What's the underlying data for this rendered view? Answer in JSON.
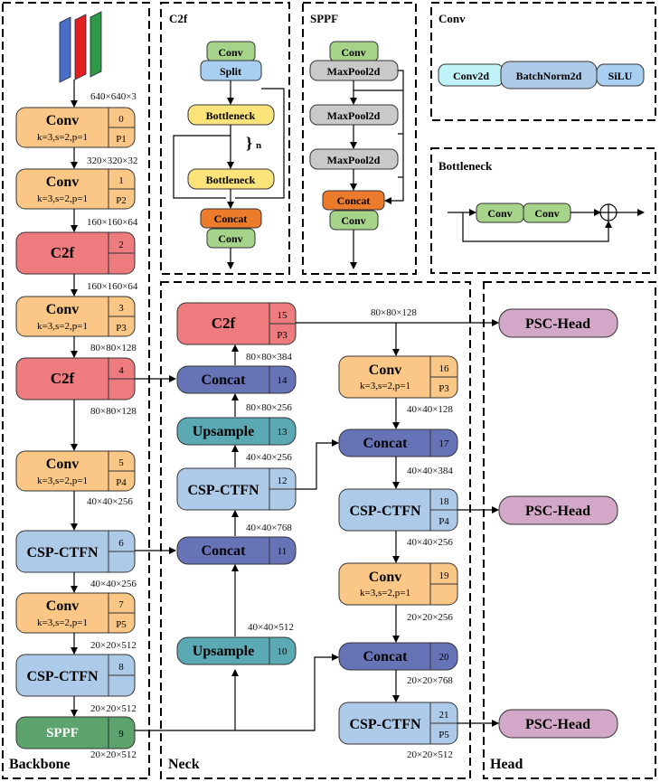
{
  "sections": {
    "backbone": "Backbone",
    "neck": "Neck",
    "head": "Head",
    "c2f": "C2f",
    "sppf": "SPPF",
    "conv": "Conv",
    "bottleneck": "Bottleneck"
  },
  "input_dim": "640×640×3",
  "backbone": {
    "conv0": {
      "name": "Conv",
      "params": "k=3,s=2,p=1",
      "idx": "0",
      "tag": "P1"
    },
    "d0": "320×320×32",
    "conv1": {
      "name": "Conv",
      "params": "k=3,s=2,p=1",
      "idx": "1",
      "tag": "P2"
    },
    "d1": "160×160×64",
    "c2f2": {
      "name": "C2f",
      "idx": "2"
    },
    "d2": "160×160×64",
    "conv3": {
      "name": "Conv",
      "params": "k=3,s=2,p=1",
      "idx": "3",
      "tag": "P3"
    },
    "d3": "80×80×128",
    "c2f4": {
      "name": "C2f",
      "idx": "4"
    },
    "d4": "80×80×128",
    "conv5": {
      "name": "Conv",
      "params": "k=3,s=2,p=1",
      "idx": "5",
      "tag": "P4"
    },
    "d5": "40×40×256",
    "ctfn6": {
      "name": "CSP-CTFN",
      "idx": "6"
    },
    "d6": "40×40×256",
    "conv7": {
      "name": "Conv",
      "params": "k=3,s=2,p=1",
      "idx": "7",
      "tag": "P5"
    },
    "d7": "20×20×512",
    "ctfn8": {
      "name": "CSP-CTFN",
      "idx": "8"
    },
    "d8": "20×20×512",
    "sppf9": {
      "name": "SPPF",
      "idx": "9"
    },
    "d9": "20×20×512"
  },
  "neck": {
    "c2f15": {
      "name": "C2f",
      "idx": "15",
      "tag": "P3"
    },
    "d15": "80×80×128",
    "d14": "80×80×384",
    "concat14": {
      "name": "Concat",
      "idx": "14"
    },
    "d13": "80×80×256",
    "up13": {
      "name": "Upsample",
      "idx": "13"
    },
    "d12": "40×40×256",
    "ctfn12": {
      "name": "CSP-CTFN",
      "idx": "12"
    },
    "d11": "40×40×768",
    "concat11": {
      "name": "Concat",
      "idx": "11"
    },
    "d10": "40×40×512",
    "up10": {
      "name": "Upsample",
      "idx": "10"
    },
    "conv16": {
      "name": "Conv",
      "params": "k=3,s=2,p=1",
      "idx": "16",
      "tag": "P3"
    },
    "d16": "40×40×128",
    "concat17": {
      "name": "Concat",
      "idx": "17"
    },
    "d17": "40×40×384",
    "ctfn18": {
      "name": "CSP-CTFN",
      "idx": "18",
      "tag": "P4"
    },
    "d18": "40×40×256",
    "conv19": {
      "name": "Conv",
      "params": "k=3,s=2,p=1",
      "idx": "19"
    },
    "d19": "20×20×256",
    "concat20": {
      "name": "Concat",
      "idx": "20"
    },
    "d20": "20×20×768",
    "ctfn21": {
      "name": "CSP-CTFN",
      "idx": "21",
      "tag": "P5"
    },
    "d21": "20×20×512"
  },
  "head": {
    "psc": "PSC-Head"
  },
  "c2f_detail": {
    "conv_top": "Conv",
    "split": "Split",
    "bottleneck": "Bottleneck",
    "n": "n",
    "concat": "Concat",
    "conv_bot": "Conv"
  },
  "sppf_detail": {
    "conv_top": "Conv",
    "maxpool": "MaxPool2d",
    "concat": "Concat",
    "conv_bot": "Conv"
  },
  "conv_detail": {
    "conv2d": "Conv2d",
    "bn": "BatchNorm2d",
    "act": "SiLU"
  },
  "bottleneck_detail": {
    "conv": "Conv"
  },
  "colors": {
    "conv": "#fbc786",
    "c2f": "#ee7b7e",
    "ctfn": "#aecae9",
    "sppf": "#5da36d",
    "concat": "#6673b7",
    "upsample": "#5aa9b3",
    "psc": "#d3a7c7",
    "d_green": "#a6d38a",
    "d_blue": "#a9cff0",
    "d_yellow": "#fde47a",
    "d_orange": "#ec7b2b",
    "d_gray": "#c9c9c9",
    "d_cyan": "#bff3f7"
  }
}
